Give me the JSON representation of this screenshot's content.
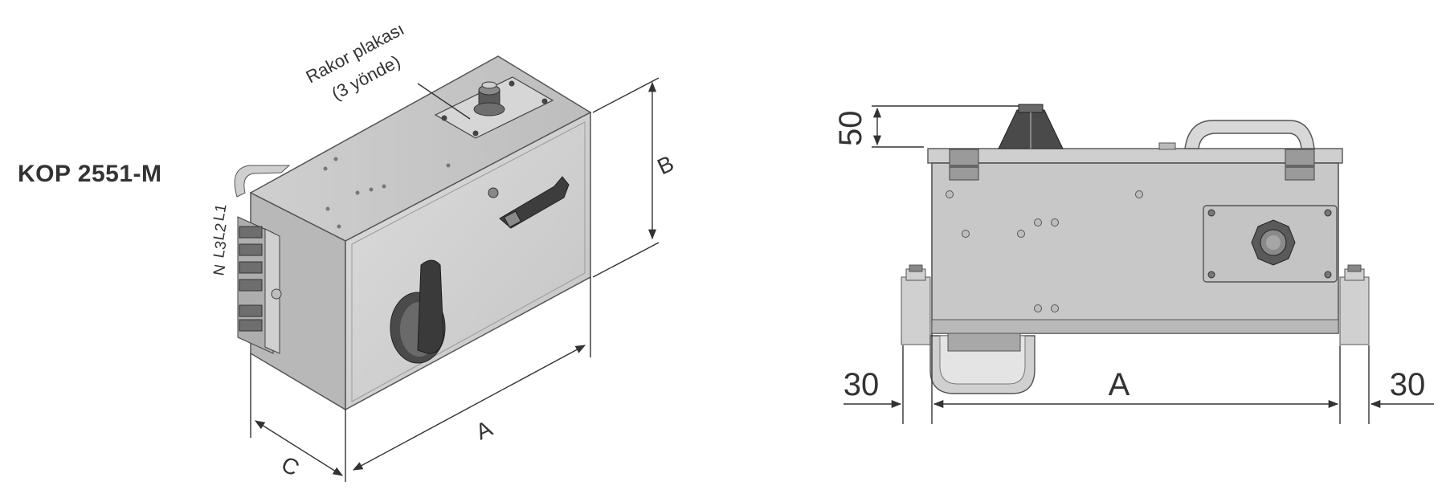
{
  "model": "KOP 2551-M",
  "callout": {
    "line1": "Rakor plakası",
    "line2": "(3 yönde)"
  },
  "iso_dims": {
    "a": "A",
    "b": "B",
    "c": "C"
  },
  "terminal_labels": [
    "L1",
    "L2",
    "L3",
    "N"
  ],
  "front_dims": {
    "top": "50",
    "a": "A",
    "left_margin": "30",
    "right_margin": "30"
  },
  "colors": {
    "body": "#c9c9c9",
    "front": "#d4d4d4",
    "dark": "#3a3a3a",
    "line": "#333333"
  }
}
